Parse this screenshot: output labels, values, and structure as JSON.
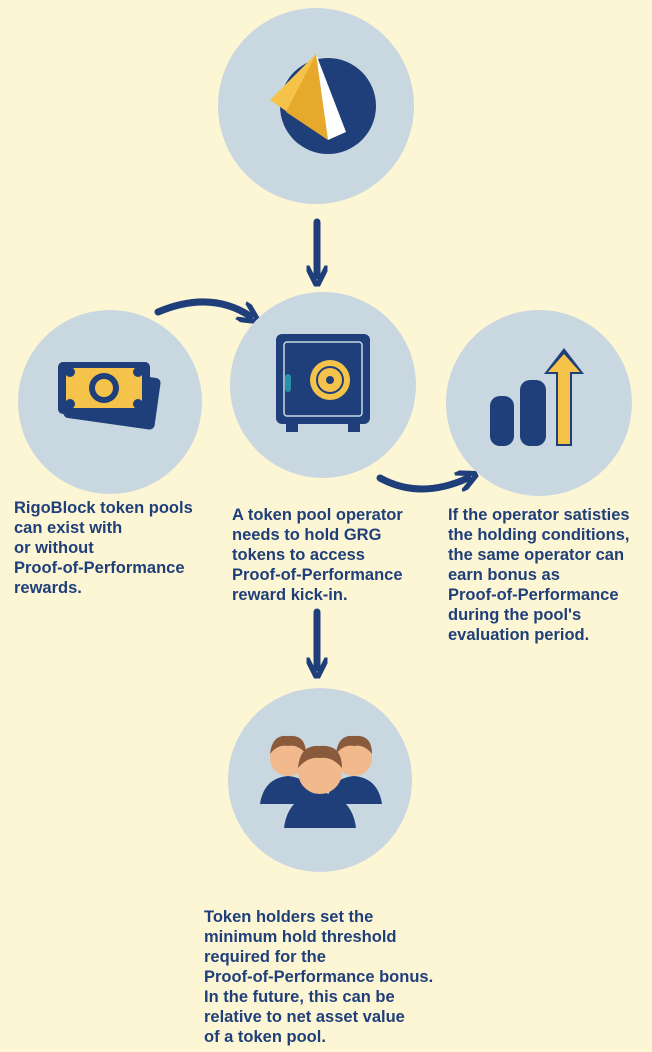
{
  "colors": {
    "background": "#fdf6d5",
    "circle": "#c9d7e0",
    "navy": "#1f3f7a",
    "yellow": "#f6c34a",
    "skin": "#f2b98c",
    "hair": "#8a5a3c"
  },
  "nodes": {
    "logo": {
      "icon": "rigoblock-logo-icon"
    },
    "money": {
      "icon": "banknotes-icon",
      "caption": "RigoBlock token pools\ncan exist with\nor without\nProof-of-Performance\nrewards."
    },
    "safe": {
      "icon": "safe-icon",
      "caption": "A token pool operator\nneeds to hold GRG\ntokens to access\nProof-of-Performance\nreward kick-in."
    },
    "growth": {
      "icon": "bar-chart-up-icon",
      "caption": "If the operator satisties\nthe holding conditions,\nthe same operator can\nearn bonus as\nProof-of-Performance\nduring the pool's\nevaluation period."
    },
    "holders": {
      "icon": "people-group-icon",
      "caption": "Token holders set the\nminimum hold threshold\nrequired for the\nProof-of-Performance bonus.\nIn the future, this can be\nrelative to net asset value\nof a token pool."
    }
  }
}
